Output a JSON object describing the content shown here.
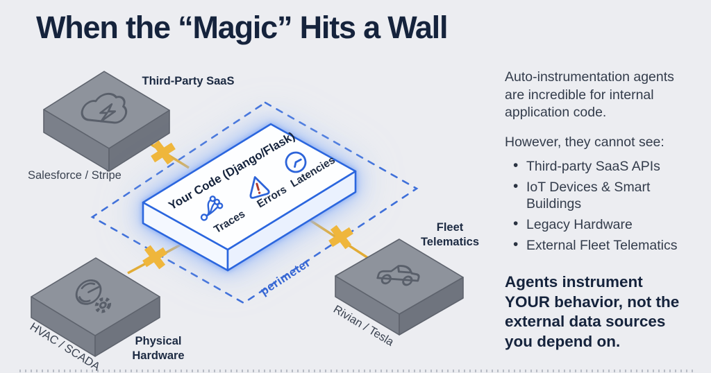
{
  "title": "When the “Magic” Hits a Wall",
  "diagram": {
    "perimeter_label": "perimeter",
    "center": {
      "title": "Your Code (Django/Flask)",
      "features": [
        "Traces",
        "Errors",
        "Latencies"
      ]
    },
    "saas": {
      "label": "Third-Party SaaS",
      "sublabel": "Salesforce / Stripe"
    },
    "hardware": {
      "label_lines": [
        "Physical",
        "Hardware"
      ],
      "sublabel": "HVAC / SCADA"
    },
    "fleet": {
      "label_lines": [
        "Fleet",
        "Telematics"
      ],
      "sublabel": "Rivian / Tesla"
    }
  },
  "right_panel": {
    "para1": "Auto-instrumentation agents are incredible for internal application code.",
    "para2": "However, they cannot see:",
    "bullets": [
      "Third-party SaaS APIs",
      "IoT Devices & Smart Buildings",
      "Legacy Hardware",
      "External Fleet Telematics"
    ],
    "statement_lines": [
      "Agents instrument",
      "YOUR behavior, not the",
      "external data sources",
      "you depend on."
    ]
  },
  "colors": {
    "accent_blue": "#2D64D9",
    "perimeter_blue": "#3E6FD9",
    "warning_yellow": "#EFB63C",
    "platform_gray": "#8E939C",
    "ink": "#15233C"
  }
}
